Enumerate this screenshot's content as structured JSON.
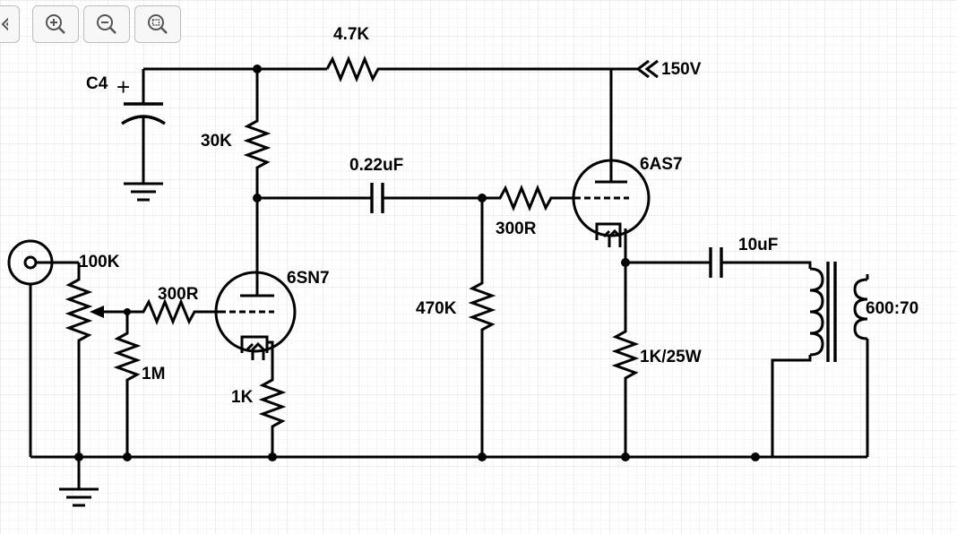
{
  "toolbar": {
    "buttons": [
      {
        "name": "back-arrow",
        "icon": "chevron-left-icon"
      },
      {
        "name": "zoom-in",
        "icon": "zoom-in-icon"
      },
      {
        "name": "zoom-out",
        "icon": "zoom-out-icon"
      },
      {
        "name": "zoom-fit",
        "icon": "zoom-fit-icon"
      }
    ]
  },
  "schematic": {
    "labels": {
      "r_4k7": "4.7K",
      "supply": "150V",
      "c4": "C4",
      "c4_plus": "+",
      "r_30k": "30K",
      "c_022": "0.22uF",
      "v2_name": "6AS7",
      "r_300r_grid2": "300R",
      "c_10u": "10uF",
      "pot_100k": "100K",
      "r_300r_grid1": "300R",
      "v1_name": "6SN7",
      "r_470k": "470K",
      "xfmr_ratio": "600:70",
      "r_1m": "1M",
      "r_1k_25w": "1K/25W",
      "r_1k": "1K"
    }
  },
  "colors": {
    "grid_minor": "#ececec",
    "grid_major": "#dcdcdc",
    "ink": "#000000"
  }
}
